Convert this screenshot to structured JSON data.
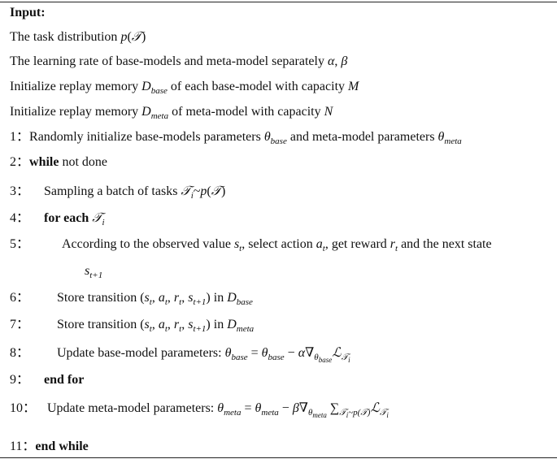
{
  "input_header": "Input:",
  "lines": {
    "task_dist": "The task distribution ",
    "lr": "The learning rate of base-models and meta-model separately ",
    "init_base": "Initialize replay memory ",
    "init_base_mid": " of each base-model with capacity ",
    "init_meta": "Initialize replay memory ",
    "init_meta_mid": " of meta-model with capacity "
  },
  "steps": [
    {
      "num": "1：",
      "pre": "Randomly initialize base-models parameters ",
      "mid": " and meta-model parameters "
    },
    {
      "num": "2：",
      "kw": "while",
      "post": " not done"
    },
    {
      "num": "3：",
      "pre": "Sampling a batch of tasks "
    },
    {
      "num": "4：",
      "kw": "for each"
    },
    {
      "num": "5：",
      "pre": "According to the observed value ",
      "a": ", select action ",
      "b": ", get reward ",
      "c": " and the next state"
    },
    {
      "num": "6：",
      "pre": "Store transition ",
      "mid": " in "
    },
    {
      "num": "7：",
      "pre": "Store transition ",
      "mid": " in "
    },
    {
      "num": "8：",
      "pre": "Update base-model parameters: "
    },
    {
      "num": "9：",
      "kw": "end for"
    },
    {
      "num": "10：",
      "pre": "Update meta-model parameters: "
    },
    {
      "num": "11：",
      "kw": "end while"
    }
  ],
  "symbols": {
    "theta": "θ",
    "alpha": "α",
    "beta": "β",
    "nabla": "∇",
    "sum": "∑",
    "T": "𝒯",
    "L": "ℒ",
    "p": "p",
    "D": "D",
    "M": "M",
    "N": "N",
    "s": "s",
    "a": "a",
    "r": "r",
    "base": "base",
    "meta": "meta",
    "i": "i",
    "t": "t",
    "t1": "t+1",
    "tilde": "~",
    "eq": " = ",
    "minus": " − ",
    "comma": ", "
  }
}
